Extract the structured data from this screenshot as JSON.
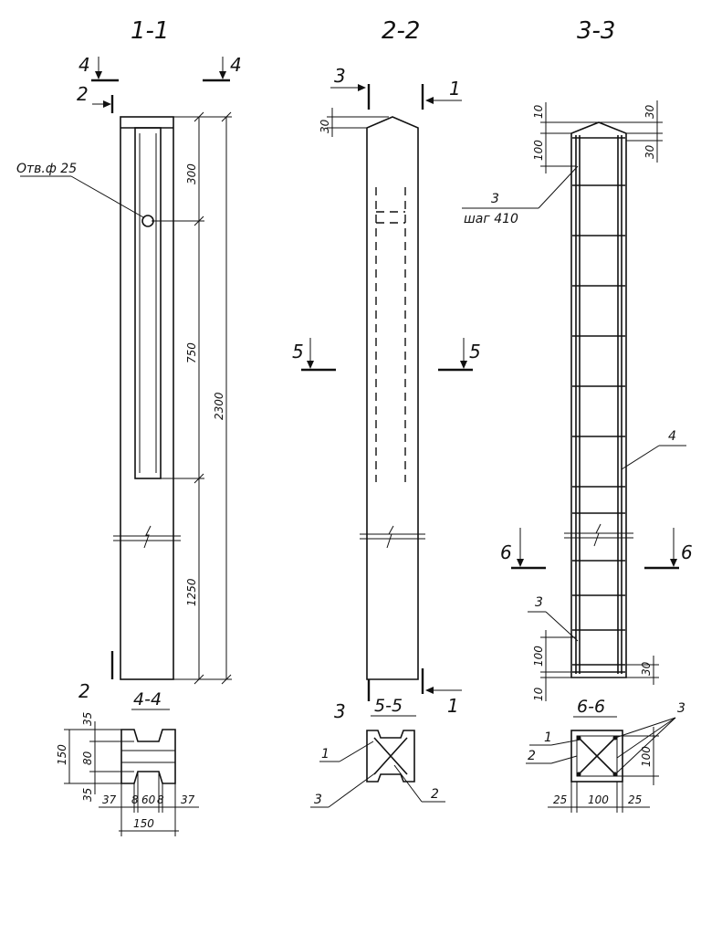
{
  "section_titles": {
    "s1": "1-1",
    "s2": "2-2",
    "s3": "3-3",
    "s4": "4-4",
    "s5": "5-5",
    "s6": "6-6"
  },
  "cut_marks": {
    "c4": "4",
    "c2": "2",
    "c3": "3",
    "c1": "1",
    "c5": "5",
    "c6": "6"
  },
  "view1": {
    "hole_label": "Отв.ф 25",
    "d300": "300",
    "d750": "750",
    "d1250": "1250",
    "d2300": "2300"
  },
  "view2": {
    "d30": "30"
  },
  "view3": {
    "d10": "10",
    "d30": "30",
    "d100": "100",
    "stirrup_pos": "3",
    "stirrup_step": "шаг 410",
    "frame_pos": "4"
  },
  "section4": {
    "d35": "35",
    "d80": "80",
    "d150": "150",
    "d37": "37",
    "d8": "8",
    "d60": "60",
    "d150_width": "150"
  },
  "section5": {
    "pos1": "1",
    "pos2": "2",
    "pos3": "3"
  },
  "section6": {
    "pos1": "1",
    "pos2": "2",
    "pos3": "3",
    "d100": "100",
    "d25": "25"
  }
}
